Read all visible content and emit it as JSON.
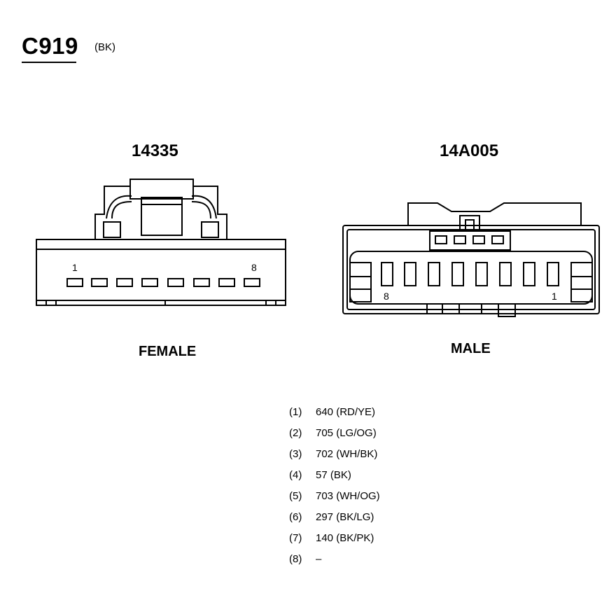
{
  "connector": {
    "id": "C919",
    "color": "(BK)"
  },
  "female": {
    "part_number": "14335",
    "label": "FEMALE",
    "pin_first": "1",
    "pin_last": "8"
  },
  "male": {
    "part_number": "14A005",
    "label": "MALE",
    "pin_first": "8",
    "pin_last": "1"
  },
  "pinout": [
    {
      "pin": "(1)",
      "circuit": "640 (RD/YE)"
    },
    {
      "pin": "(2)",
      "circuit": "705 (LG/OG)"
    },
    {
      "pin": "(3)",
      "circuit": "702 (WH/BK)"
    },
    {
      "pin": "(4)",
      "circuit": "57 (BK)"
    },
    {
      "pin": "(5)",
      "circuit": "703 (WH/OG)"
    },
    {
      "pin": "(6)",
      "circuit": "297 (BK/LG)"
    },
    {
      "pin": "(7)",
      "circuit": "140 (BK/PK)"
    },
    {
      "pin": "(8)",
      "circuit": "–"
    }
  ]
}
